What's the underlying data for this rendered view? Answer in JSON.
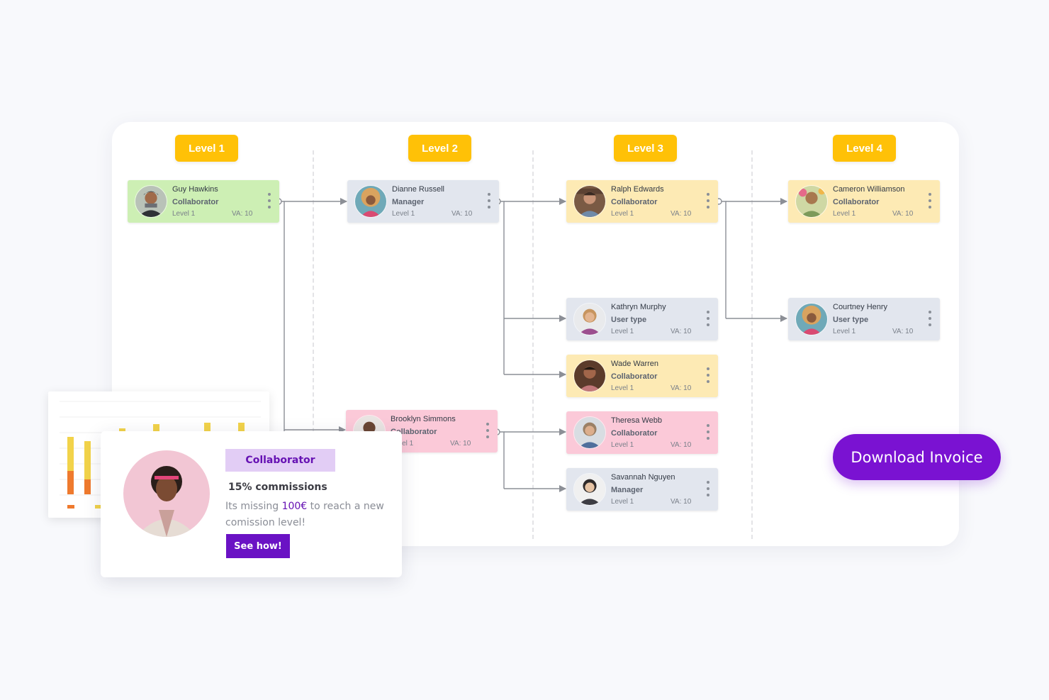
{
  "levels": [
    "Level 1",
    "Level 2",
    "Level 3",
    "Level 4"
  ],
  "cards": {
    "guy": {
      "name": "Guy Hawkins",
      "role": "Collaborator",
      "level": "Level 1",
      "va": "VA: 10"
    },
    "dianne": {
      "name": "Dianne Russell",
      "role": "Manager",
      "level": "Level 1",
      "va": "VA: 10"
    },
    "brooklyn": {
      "name": "Brooklyn Simmons",
      "role": "Collaborator",
      "level": "Level 1",
      "va": "VA: 10"
    },
    "ralph": {
      "name": "Ralph Edwards",
      "role": "Collaborator",
      "level": "Level 1",
      "va": "VA: 10"
    },
    "kathryn": {
      "name": "Kathryn Murphy",
      "role": "User type",
      "level": "Level 1",
      "va": "VA: 10"
    },
    "wade": {
      "name": "Wade Warren",
      "role": "Collaborator",
      "level": "Level 1",
      "va": "VA: 10"
    },
    "theresa": {
      "name": "Theresa Webb",
      "role": "Collaborator",
      "level": "Level 1",
      "va": "VA: 10"
    },
    "savannah": {
      "name": "Savannah Nguyen",
      "role": "Manager",
      "level": "Level 1",
      "va": "VA: 10"
    },
    "cameron": {
      "name": "Cameron Williamson",
      "role": "Collaborator",
      "level": "Level 1",
      "va": "VA: 10"
    },
    "courtney": {
      "name": "Courtney Henry",
      "role": "User type",
      "level": "Level 1",
      "va": "VA: 10"
    }
  },
  "download_label": "Download Invoice",
  "promo": {
    "badge": "Collaborator",
    "title": "15% commissions",
    "text_before": "Its missing ",
    "amount": "100€",
    "text_after": " to reach a new comission level!",
    "button": "See how!"
  },
  "colors": {
    "accent": "#7a12d2",
    "level_badge": "#ffc107",
    "card_green": "#cdefb4",
    "card_gray": "#e2e6ee",
    "card_yellow": "#fdeab4",
    "card_pink": "#fbc9d8"
  }
}
